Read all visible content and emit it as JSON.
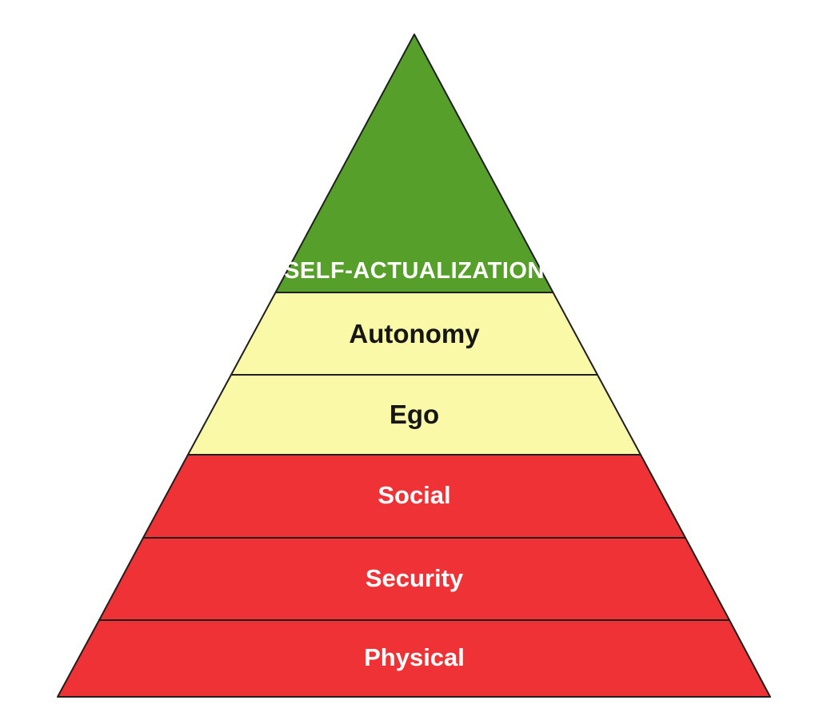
{
  "diagram": {
    "type": "pyramid",
    "description": "Hierarchy of needs pyramid with six levels",
    "background_color": "#ffffff",
    "outline_color": "#1f1f1f",
    "levels": [
      {
        "id": "self-actualization",
        "label": "SELF-ACTUALIZATION",
        "fill": "#579f2b",
        "text_color": "#ffffff",
        "rank": 1
      },
      {
        "id": "autonomy",
        "label": "Autonomy",
        "fill": "#f9f9a8",
        "text_color": "#161616",
        "rank": 2
      },
      {
        "id": "ego",
        "label": "Ego",
        "fill": "#f9f9a8",
        "text_color": "#161616",
        "rank": 3
      },
      {
        "id": "social",
        "label": "Social",
        "fill": "#ee3235",
        "text_color": "#ffffff",
        "rank": 4
      },
      {
        "id": "security",
        "label": "Security",
        "fill": "#ee3235",
        "text_color": "#ffffff",
        "rank": 5
      },
      {
        "id": "physical",
        "label": "Physical",
        "fill": "#ee3235",
        "text_color": "#ffffff",
        "rank": 6
      }
    ]
  }
}
